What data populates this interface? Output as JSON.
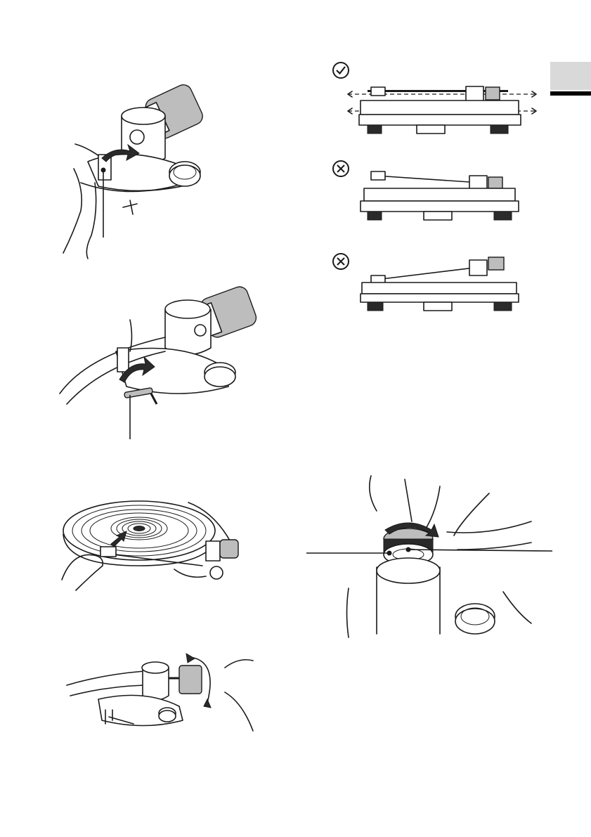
{
  "page": {
    "accent_tab_color": "#d9d9d9",
    "accent_bar_color": "#000000"
  },
  "icons": {
    "correct": "check-circle-icon",
    "incorrect": "x-circle-icon"
  },
  "figures": [
    "arm-clamp-release",
    "cue-lever-lower",
    "place-stylus-on-record",
    "counterweight-rotate",
    "level-check-correct",
    "level-check-tilt-up",
    "level-check-tilt-down",
    "dial-zero-set"
  ]
}
